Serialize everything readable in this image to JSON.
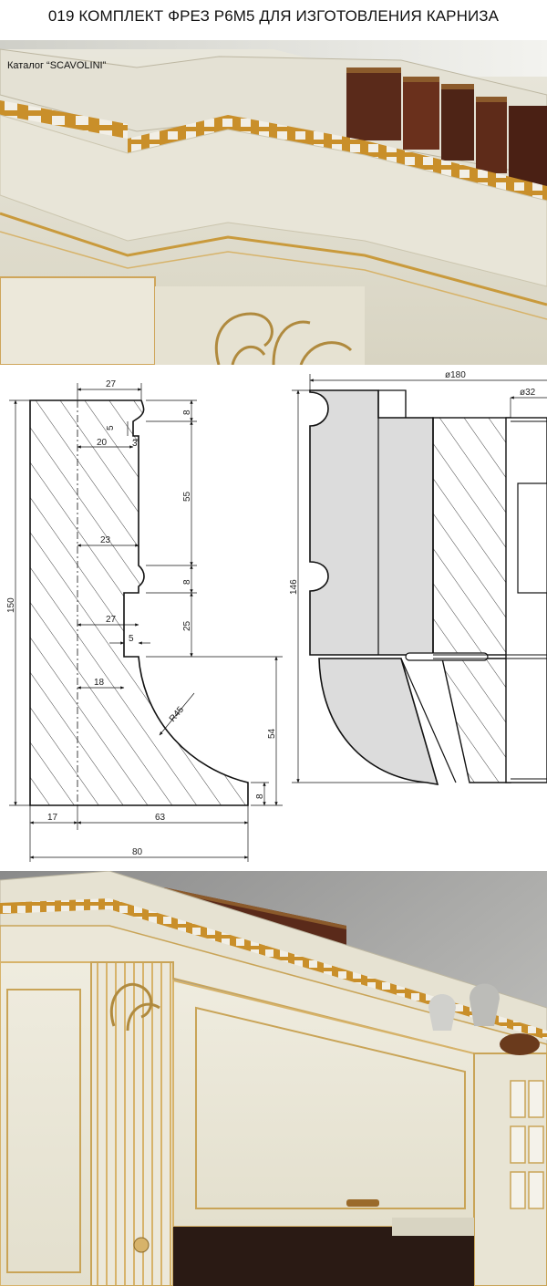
{
  "title": "019 КОМПЛЕКТ ФРЕЗ Р6М5 ДЛЯ ИЗГОТОВЛЕНИЯ КАРНИЗА",
  "top_photo": {
    "caption": "Каталог “SCAVOLINI”"
  },
  "drawing": {
    "profile": {
      "dim_top_width": "27",
      "dim_step_a": "8",
      "dim_small_5": "5",
      "dim_20": "20",
      "dim_3": "3",
      "dim_55": "55",
      "dim_23": "23",
      "dim_step_b": "8",
      "dim_27b": "27",
      "dim_25": "25",
      "dim_5b": "5",
      "dim_18": "18",
      "dim_radius": "R45",
      "dim_54": "54",
      "dim_8c": "8",
      "dim_height": "150",
      "dim_17": "17",
      "dim_63": "63",
      "dim_80": "80"
    },
    "cutter": {
      "dim_diameter": "ø180",
      "dim_bore": "ø32",
      "dim_height": "146"
    }
  },
  "colors": {
    "cutter_fill": "#dcdcdc",
    "line": "#111111"
  }
}
